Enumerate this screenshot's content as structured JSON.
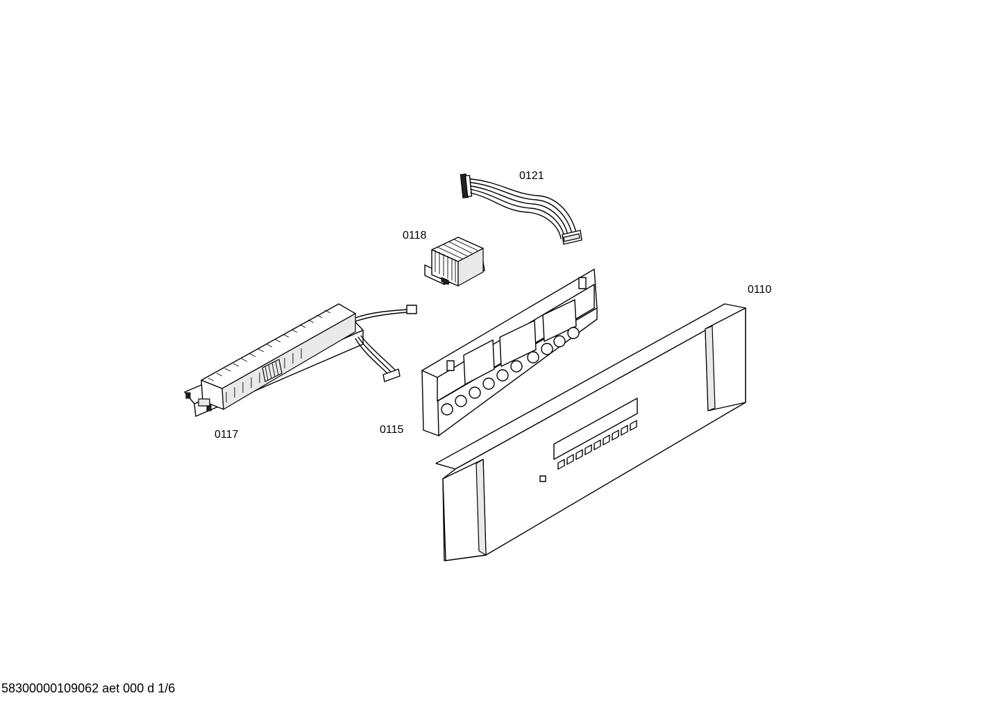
{
  "diagram": {
    "parts": [
      {
        "id": "part-0121",
        "label": "0121"
      },
      {
        "id": "part-0118",
        "label": "0118"
      },
      {
        "id": "part-0110",
        "label": "0110"
      },
      {
        "id": "part-0117",
        "label": "0117"
      },
      {
        "id": "part-0115",
        "label": "0115"
      }
    ]
  },
  "footer": {
    "document_code": "58300000109062 aet 000 d 1/6"
  }
}
